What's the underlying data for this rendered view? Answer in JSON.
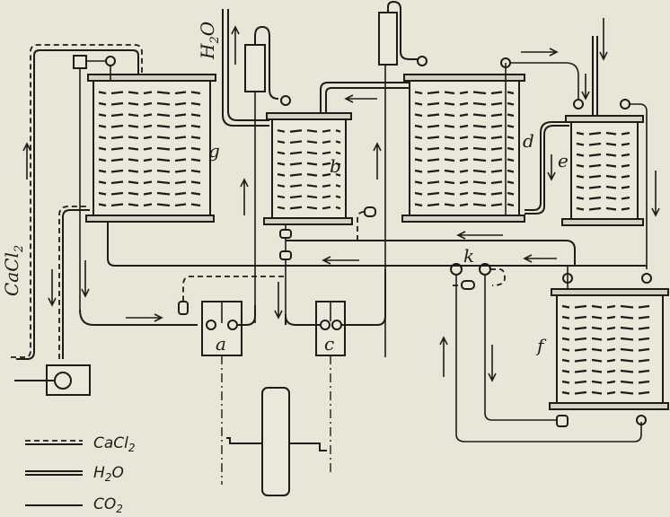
{
  "diagram": {
    "title": "",
    "vessels": [
      {
        "id": "g",
        "label": "g"
      },
      {
        "id": "b",
        "label": "b"
      },
      {
        "id": "d",
        "label": "d"
      },
      {
        "id": "e",
        "label": "e"
      },
      {
        "id": "f",
        "label": "f"
      }
    ],
    "units": [
      {
        "id": "a",
        "label": "a"
      },
      {
        "id": "c",
        "label": "c"
      }
    ],
    "junction": {
      "id": "k",
      "label": "k"
    },
    "stream_labels": {
      "cacl2": "CaCl",
      "cacl2_sub": "2",
      "h2o": "H",
      "h2o_sub": "2",
      "h2o_tail": "O"
    },
    "legend": [
      {
        "style": "dashed",
        "label": "CaCl",
        "sub": "2"
      },
      {
        "style": "double",
        "label": "H",
        "sub": "2",
        "tail": "O"
      },
      {
        "style": "solid",
        "label": "CO",
        "sub": "2"
      }
    ]
  }
}
